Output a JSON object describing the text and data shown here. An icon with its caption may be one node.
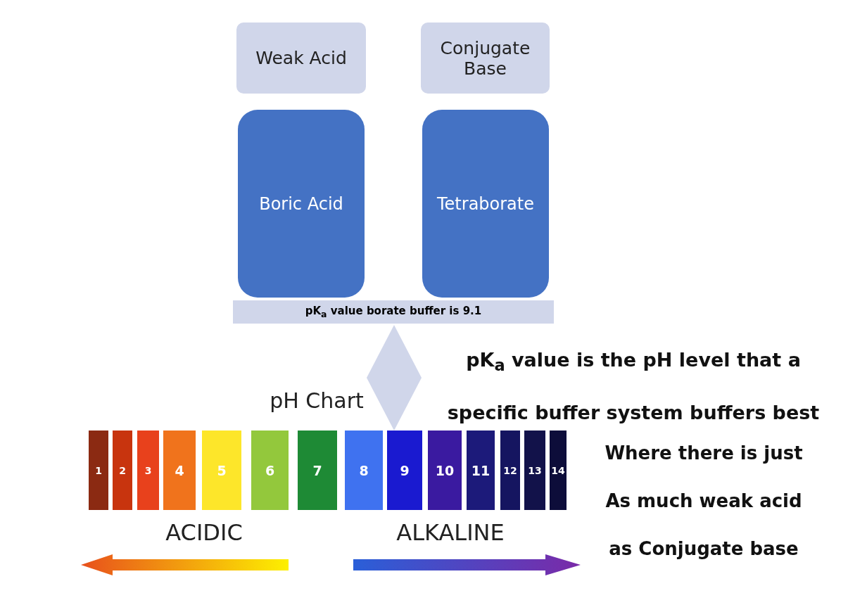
{
  "diagram": {
    "nodes": [
      {
        "text": [
          "Weak Acid"
        ]
      },
      {
        "text": [
          "Conjugate Base"
        ]
      },
      {
        "text": [
          "Boric Acid"
        ]
      },
      {
        "text": [
          "Tetraborate"
        ]
      },
      {
        "text": [
          "pK$_{a}$ value borate buffer is 9.1"
        ]
      },
      {
        "text": [],
        "shape": "diamond"
      },
      {
        "text": [
          "1"
        ]
      },
      {
        "text": [
          "2"
        ]
      },
      {
        "text": [
          "3"
        ]
      },
      {
        "text": [
          "4"
        ]
      },
      {
        "text": [
          "5"
        ]
      },
      {
        "text": [
          "6"
        ]
      },
      {
        "text": [
          "7"
        ]
      },
      {
        "text": [
          "8"
        ]
      },
      {
        "text": [
          "9"
        ]
      },
      {
        "text": [
          "10"
        ]
      },
      {
        "text": [
          "11"
        ]
      },
      {
        "text": [
          "12"
        ]
      },
      {
        "text": [
          "13"
        ]
      },
      {
        "text": [
          "14"
        ]
      }
    ],
    "edges": [],
    "labels": [
      "pH Chart",
      "ACIDIC",
      "ALKALINE",
      "pK$_{a}$ value is the pH level that a specific buffer system buffers best",
      "Where there is just As much weak acid as Conjugate base"
    ]
  }
}
